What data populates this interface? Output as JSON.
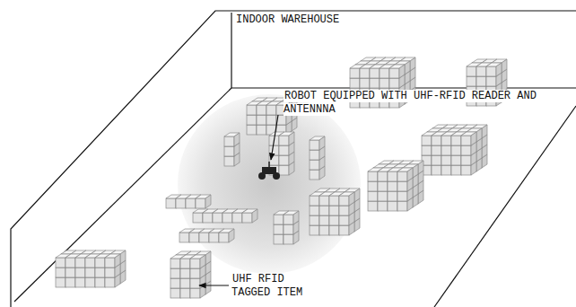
{
  "diagram": {
    "labels": [
      "INDOOR WAREHOUSE",
      "ROBOT EQUIPPED WITH UHF-RFID READER AND ANTENNNA",
      "UHF RFID TAGGED ITEM"
    ]
  }
}
